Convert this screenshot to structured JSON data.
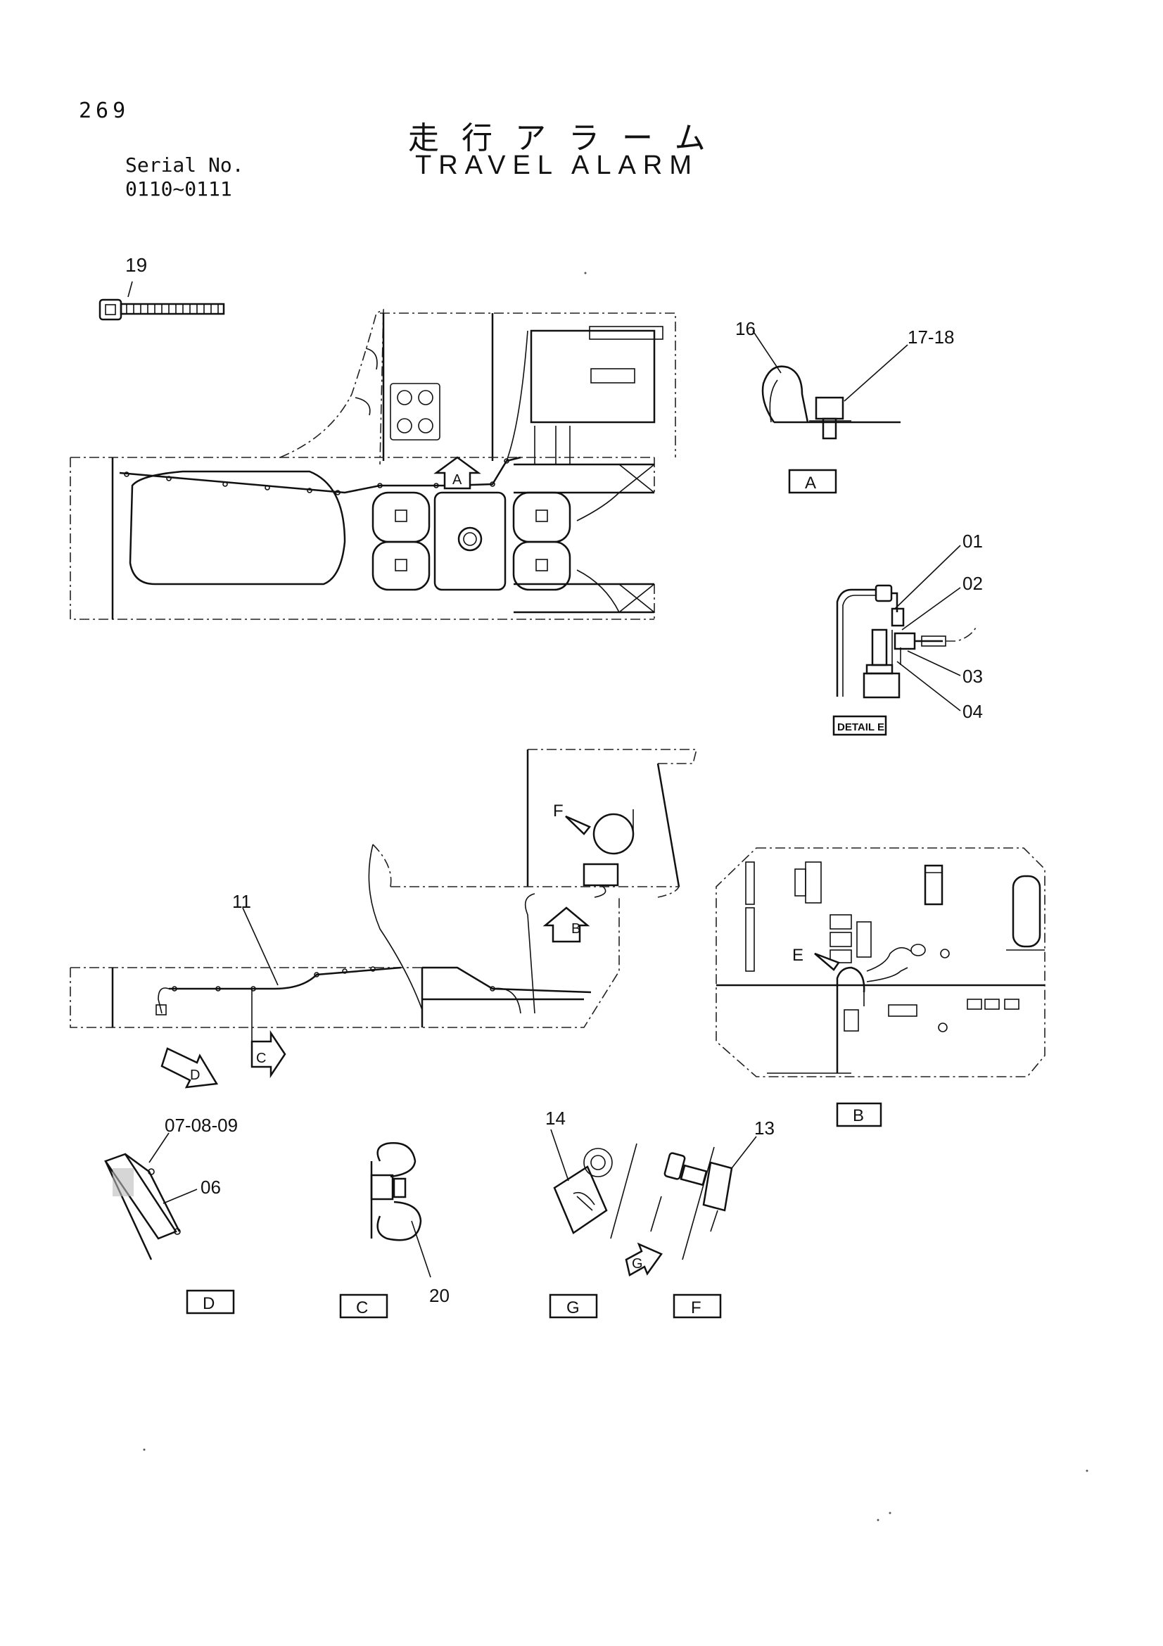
{
  "header": {
    "page_number": "269",
    "title_jp": "走行アラーム",
    "title_en": "TRAVEL ALARM",
    "serial_label": "Serial No.",
    "serial_range": "0110~0111"
  },
  "part_callouts": {
    "c19": "19",
    "c16": "16",
    "c17_18": "17-18",
    "c01": "01",
    "c02": "02",
    "c03": "03",
    "c04": "04",
    "c11": "11",
    "c07_08_09": "07-08-09",
    "c06": "06",
    "c20": "20",
    "c14": "14",
    "c13": "13"
  },
  "view_labels": {
    "A": "A",
    "B": "B",
    "C": "C",
    "D": "D",
    "E": "E",
    "F": "F",
    "G": "G",
    "detail_e": "DETAIL E"
  }
}
